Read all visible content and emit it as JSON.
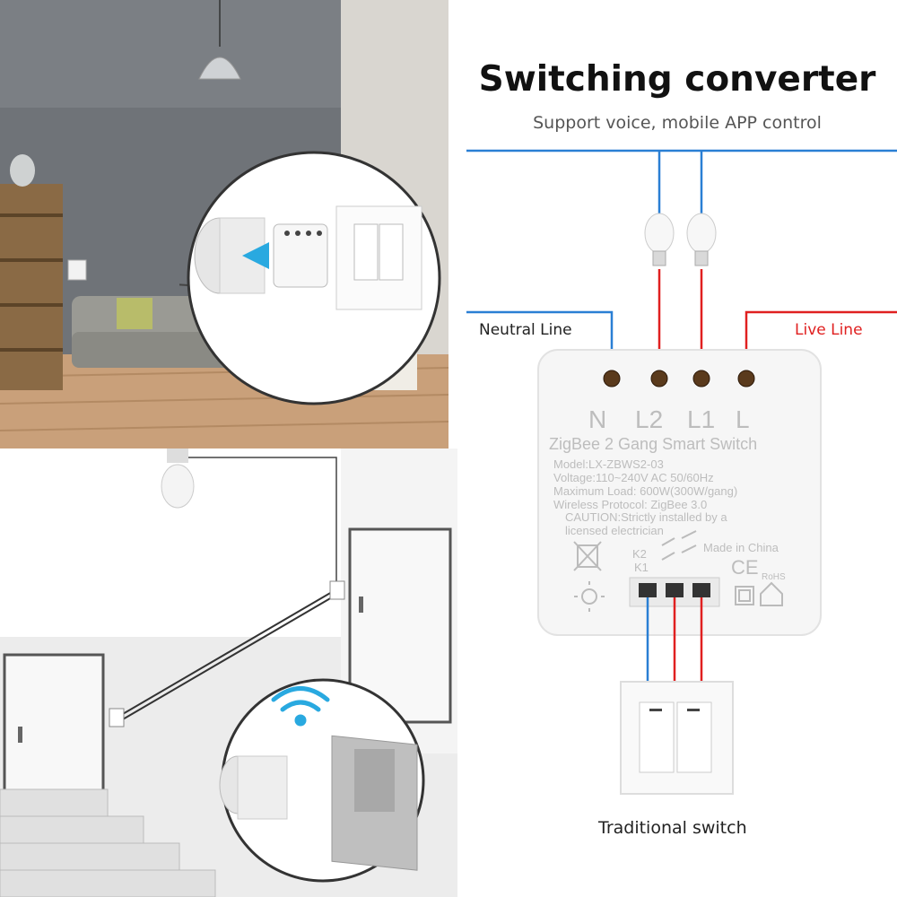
{
  "header": {
    "title": "Switching converter",
    "subtitle": "Support voice, mobile APP control"
  },
  "wiring": {
    "neutral_label": "Neutral Line",
    "live_label": "Live Line",
    "switch_label": "Traditional switch",
    "neutral_color": "#2a7fd4",
    "live_color": "#e02020"
  },
  "device": {
    "terminals": [
      "N",
      "L2",
      "L1",
      "L"
    ],
    "name": "ZigBee 2 Gang Smart Switch",
    "model": "Model:LX-ZBWS2-03",
    "voltage": "Voltage:110~240V AC 50/60Hz",
    "max_load": "Maximum Load: 600W(300W/gang)",
    "protocol": "Wireless Protocol: ZigBee 3.0",
    "caution_line1": "CAUTION:Strictly installed by a",
    "caution_line2": "licensed electrician",
    "relay_k2": "K2",
    "relay_k1": "K1",
    "made_in": "Made in China",
    "marks": [
      "CE",
      "RoHS"
    ]
  },
  "icons": [
    "wifi-icon",
    "bulb-icon",
    "ceiling-lamp-icon",
    "wall-switch-icon",
    "recycle-bin-icon",
    "sun-icon",
    "home-icon",
    "double-insulation-icon"
  ]
}
